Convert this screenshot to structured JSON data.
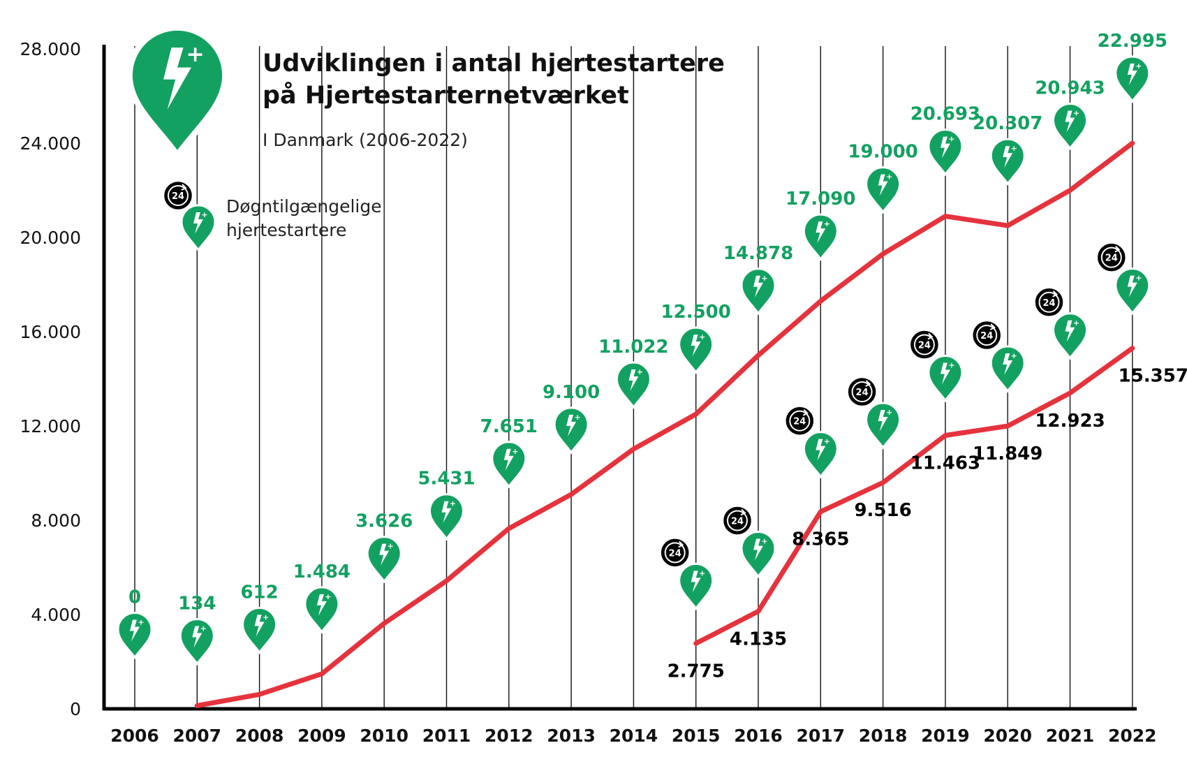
{
  "title_line1": "Udviklingen i antal hjertestartere",
  "title_line2": "på Hjertestarternetværket",
  "subtitle": "I Danmark (2006-2022)",
  "legend": {
    "label": "Døgntilgængelige hjertestartere",
    "badge": "24"
  },
  "colors": {
    "green": "#12a160",
    "red": "#e5333d",
    "black": "#000000",
    "grid": "#111111"
  },
  "icons": {
    "pin": "aed-lightning-pin-icon",
    "badge": "24h-clock-badge-icon"
  },
  "chart_data": {
    "type": "line",
    "categories": [
      "2006",
      "2007",
      "2008",
      "2009",
      "2010",
      "2011",
      "2012",
      "2013",
      "2014",
      "2015",
      "2016",
      "2017",
      "2018",
      "2019",
      "2020",
      "2021",
      "2022"
    ],
    "ylim": [
      0,
      28000
    ],
    "yticks": [
      0,
      4000,
      8000,
      12000,
      16000,
      20000,
      24000,
      28000
    ],
    "ytick_labels": [
      "0",
      "4.000",
      "8.000",
      "12.000",
      "16.000",
      "20.000",
      "24.000",
      "28.000"
    ],
    "grid": true,
    "series": [
      {
        "values": [
          0,
          134,
          612,
          1484,
          3626,
          5431,
          7651,
          9100,
          11022,
          12500,
          14878,
          17090,
          19000,
          20693,
          20307,
          20943,
          22995
        ],
        "labels": [
          "0",
          "134",
          "612",
          "1.484",
          "3.626",
          "5.431",
          "7.651",
          "9.100",
          "11.022",
          "12.500",
          "14.878",
          "17.090",
          "19.000",
          "20.693",
          "20.307",
          "20.943",
          "22.995"
        ],
        "line_values": [
          null,
          134,
          612,
          1484,
          3626,
          5431,
          7651,
          9100,
          11022,
          12500,
          15000,
          17300,
          19300,
          20900,
          20500,
          22000,
          24000
        ],
        "label_color": "green"
      },
      {
        "name": "Døgntilgængelige hjertestartere",
        "values": [
          null,
          null,
          null,
          null,
          null,
          null,
          null,
          null,
          null,
          2775,
          4135,
          8365,
          9516,
          11463,
          11849,
          12923,
          15357
        ],
        "labels": [
          "",
          "",
          "",
          "",
          "",
          "",
          "",
          "",
          "",
          "2.775",
          "4.135",
          "8.365",
          "9.516",
          "11.463",
          "11.849",
          "12.923",
          "15.357"
        ],
        "line_values": [
          null,
          null,
          null,
          null,
          null,
          null,
          null,
          null,
          null,
          2775,
          4135,
          8365,
          9600,
          11600,
          12000,
          13400,
          15300
        ],
        "label_color": "black"
      }
    ]
  }
}
